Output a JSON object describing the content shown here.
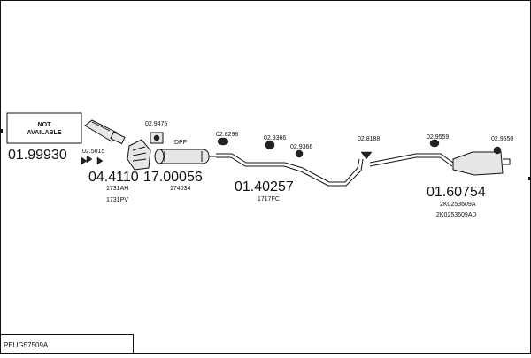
{
  "diagram": {
    "code": "PEUG57509A",
    "not_available": [
      "NOT",
      "AVAILABLE"
    ],
    "not_available_number": "01.99930",
    "groups": [
      {
        "number": "04.4110",
        "refs": [
          "1731AH",
          "1731PV"
        ]
      },
      {
        "number": "17.00056",
        "label": "DPF",
        "refs": [
          "174034"
        ]
      },
      {
        "number": "01.40257",
        "refs": [
          "1717FC"
        ]
      },
      {
        "number": "01.60754",
        "refs": [
          "2K0253609A",
          "2K0253609AD"
        ]
      }
    ],
    "hardware": [
      "02.9475",
      "02.5015",
      "02.8298",
      "02.9366",
      "02.9366",
      "02.8188",
      "02.9559",
      "02.9550"
    ]
  }
}
